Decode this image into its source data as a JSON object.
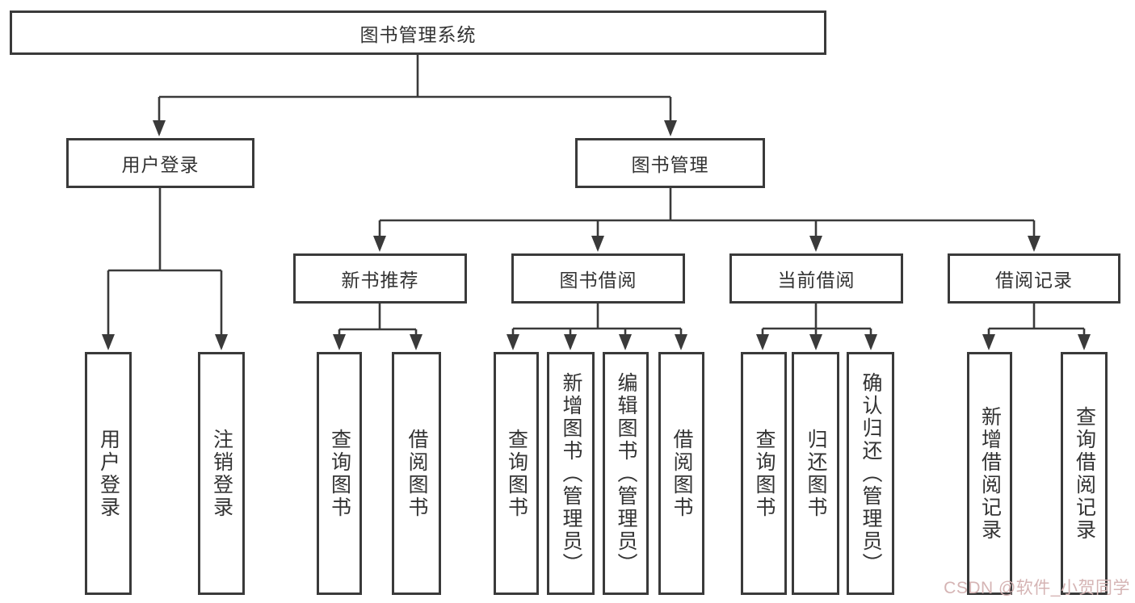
{
  "nodes": {
    "root": {
      "label": "图书管理系统"
    },
    "user_login_group": {
      "label": "用户登录"
    },
    "book_mgmt_group": {
      "label": "图书管理"
    },
    "new_book_rec": {
      "label": "新书推荐"
    },
    "book_borrow": {
      "label": "图书借阅"
    },
    "current_borrow": {
      "label": "当前借阅"
    },
    "borrow_records": {
      "label": "借阅记录"
    },
    "user_login": {
      "label": "用户登录"
    },
    "logout": {
      "label": "注销登录"
    },
    "nbr_query_books": {
      "label": "查询图书"
    },
    "nbr_borrow_books": {
      "label": "借阅图书"
    },
    "bb_query_books": {
      "label": "查询图书"
    },
    "bb_add_books": {
      "label": "新增图书（管理员）"
    },
    "bb_edit_books": {
      "label": "编辑图书（管理员）"
    },
    "bb_borrow_books": {
      "label": "借阅图书"
    },
    "cb_query_books": {
      "label": "查询图书"
    },
    "cb_return_books": {
      "label": "归还图书"
    },
    "cb_confirm_return": {
      "label": "确认归还（管理员）"
    },
    "br_add_record": {
      "label": "新增借阅记录"
    },
    "br_query_record": {
      "label": "查询借阅记录"
    }
  },
  "hierarchy": {
    "图书管理系统": {
      "用户登录": [
        "用户登录",
        "注销登录"
      ],
      "图书管理": {
        "新书推荐": [
          "查询图书",
          "借阅图书"
        ],
        "图书借阅": [
          "查询图书",
          "新增图书（管理员）",
          "编辑图书（管理员）",
          "借阅图书"
        ],
        "当前借阅": [
          "查询图书",
          "归还图书",
          "确认归还（管理员）"
        ],
        "借阅记录": [
          "新增借阅记录",
          "查询借阅记录"
        ]
      }
    }
  },
  "watermark": {
    "text": "CSDN @软件_小贺同学"
  },
  "colors": {
    "line": "#3a3a3a",
    "text": "#333333",
    "watermark": "#d5b4b4",
    "background": "#ffffff"
  }
}
